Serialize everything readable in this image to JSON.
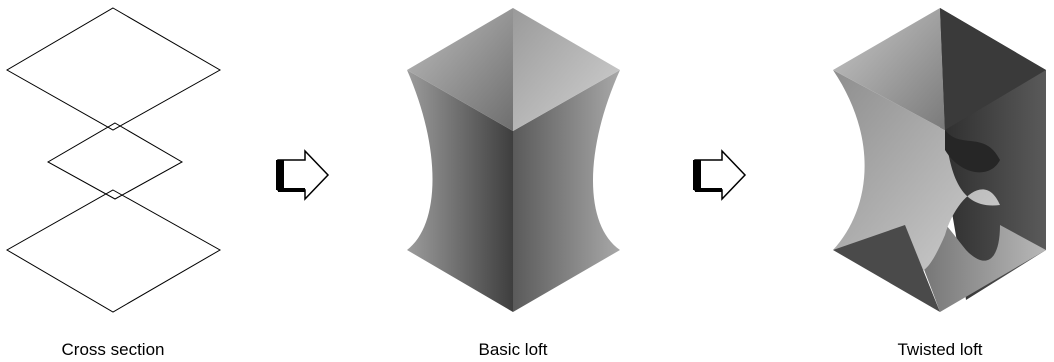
{
  "panels": [
    {
      "id": "cross-section",
      "caption": "Cross section"
    },
    {
      "id": "basic-loft",
      "caption": "Basic loft"
    },
    {
      "id": "twisted-loft",
      "caption": "Twisted loft"
    }
  ],
  "arrows": [
    {
      "from": "cross-section",
      "to": "basic-loft",
      "icon": "right-arrow-icon"
    },
    {
      "from": "basic-loft",
      "to": "twisted-loft",
      "icon": "right-arrow-icon"
    }
  ],
  "colors": {
    "background": "#ffffff",
    "outline": "#000000",
    "shade_light": "#d8d8d8",
    "shade_mid": "#8a8a8a",
    "shade_dark": "#3a3a3a"
  }
}
